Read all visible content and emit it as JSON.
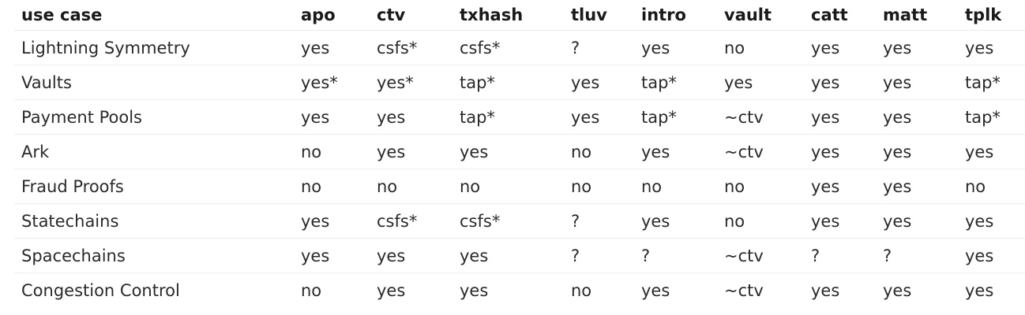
{
  "table": {
    "headers": [
      "use case",
      "apo",
      "ctv",
      "txhash",
      "tluv",
      "intro",
      "vault",
      "catt",
      "matt",
      "tplk"
    ],
    "rows": [
      [
        "Lightning Symmetry",
        "yes",
        "csfs*",
        "csfs*",
        "?",
        "yes",
        "no",
        "yes",
        "yes",
        "yes"
      ],
      [
        "Vaults",
        "yes*",
        "yes*",
        "tap*",
        "yes",
        "tap*",
        "yes",
        "yes",
        "yes",
        "tap*"
      ],
      [
        "Payment Pools",
        "yes",
        "yes",
        "tap*",
        "yes",
        "tap*",
        "~ctv",
        "yes",
        "yes",
        "tap*"
      ],
      [
        "Ark",
        "no",
        "yes",
        "yes",
        "no",
        "yes",
        "~ctv",
        "yes",
        "yes",
        "yes"
      ],
      [
        "Fraud Proofs",
        "no",
        "no",
        "no",
        "no",
        "no",
        "no",
        "yes",
        "yes",
        "no"
      ],
      [
        "Statechains",
        "yes",
        "csfs*",
        "csfs*",
        "?",
        "yes",
        "no",
        "yes",
        "yes",
        "yes"
      ],
      [
        "Spacechains",
        "yes",
        "yes",
        "yes",
        "?",
        "?",
        "~ctv",
        "?",
        "?",
        "yes"
      ],
      [
        "Congestion Control",
        "no",
        "yes",
        "yes",
        "no",
        "yes",
        "~ctv",
        "yes",
        "yes",
        "yes"
      ]
    ]
  }
}
